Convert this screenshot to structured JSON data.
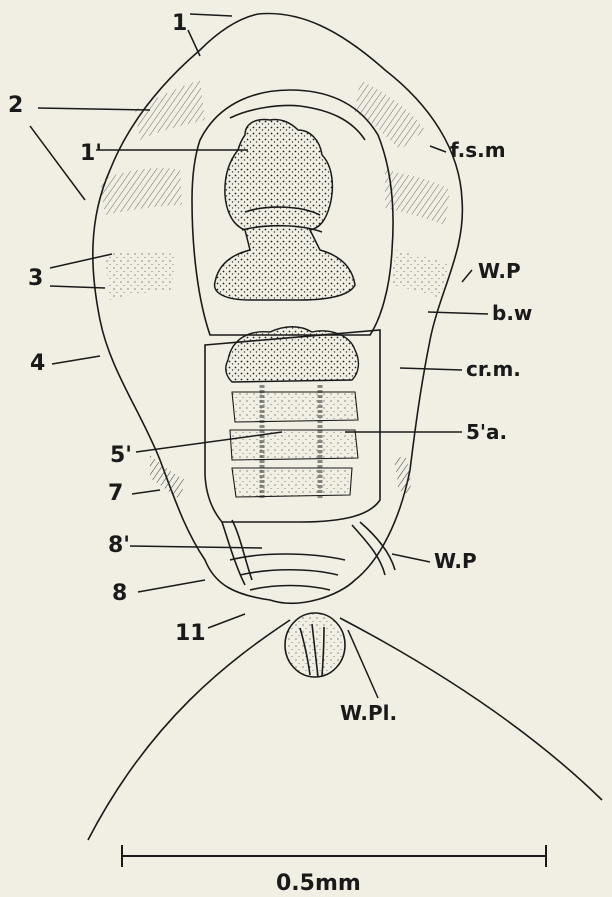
{
  "figure": {
    "labels": {
      "l1": "1",
      "l2": "2",
      "l1p": "1'",
      "l3": "3",
      "l4": "4",
      "l5p": "5'",
      "l7": "7",
      "l8p": "8'",
      "l8": "8",
      "l11": "11",
      "fsm": "f.s.m",
      "wp1": "W.P",
      "bw": "b.w",
      "crm": "cr.m.",
      "l5a": "5'a.",
      "wp2": "W.P",
      "wpl": "W.Pl."
    },
    "scale_bar": {
      "label": "0.5mm"
    }
  }
}
